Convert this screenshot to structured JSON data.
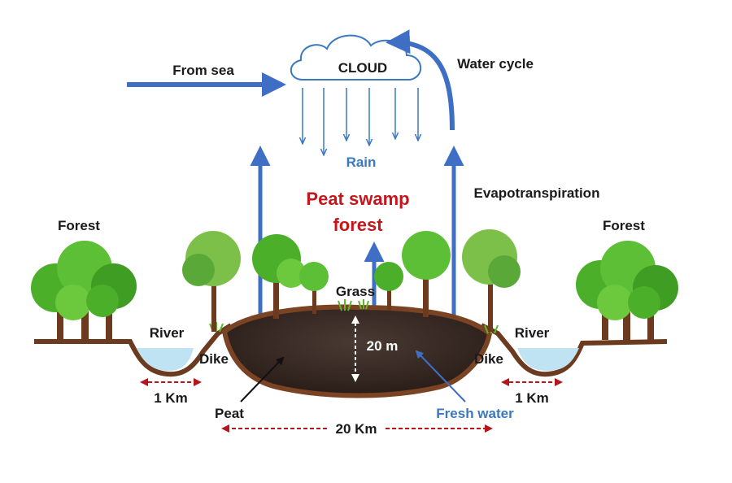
{
  "labels": {
    "from_sea": "From sea",
    "cloud": "CLOUD",
    "water_cycle": "Water cycle",
    "rain": "Rain",
    "evapotranspiration": "Evapotranspiration",
    "title_line1": "Peat swamp",
    "title_line2": "forest",
    "forest_left": "Forest",
    "forest_right": "Forest",
    "grass": "Grass",
    "river_left": "River",
    "river_right": "River",
    "dike_left": "Dike",
    "dike_right": "Dike",
    "depth": "20 m",
    "dist_left": "1 Km",
    "dist_right": "1 Km",
    "peat": "Peat",
    "fresh_water": "Fresh water",
    "width": "20 Km"
  },
  "colors": {
    "arrow_blue": "#3f6fc4",
    "rain_blue": "#3a78c2",
    "title_red": "#c4161c",
    "dashed_red": "#b5161b",
    "soil": "#6b3a1f",
    "peat_fill": "#3b2a22",
    "river": "#bfe3f2",
    "foliage": "#4caf2a"
  }
}
